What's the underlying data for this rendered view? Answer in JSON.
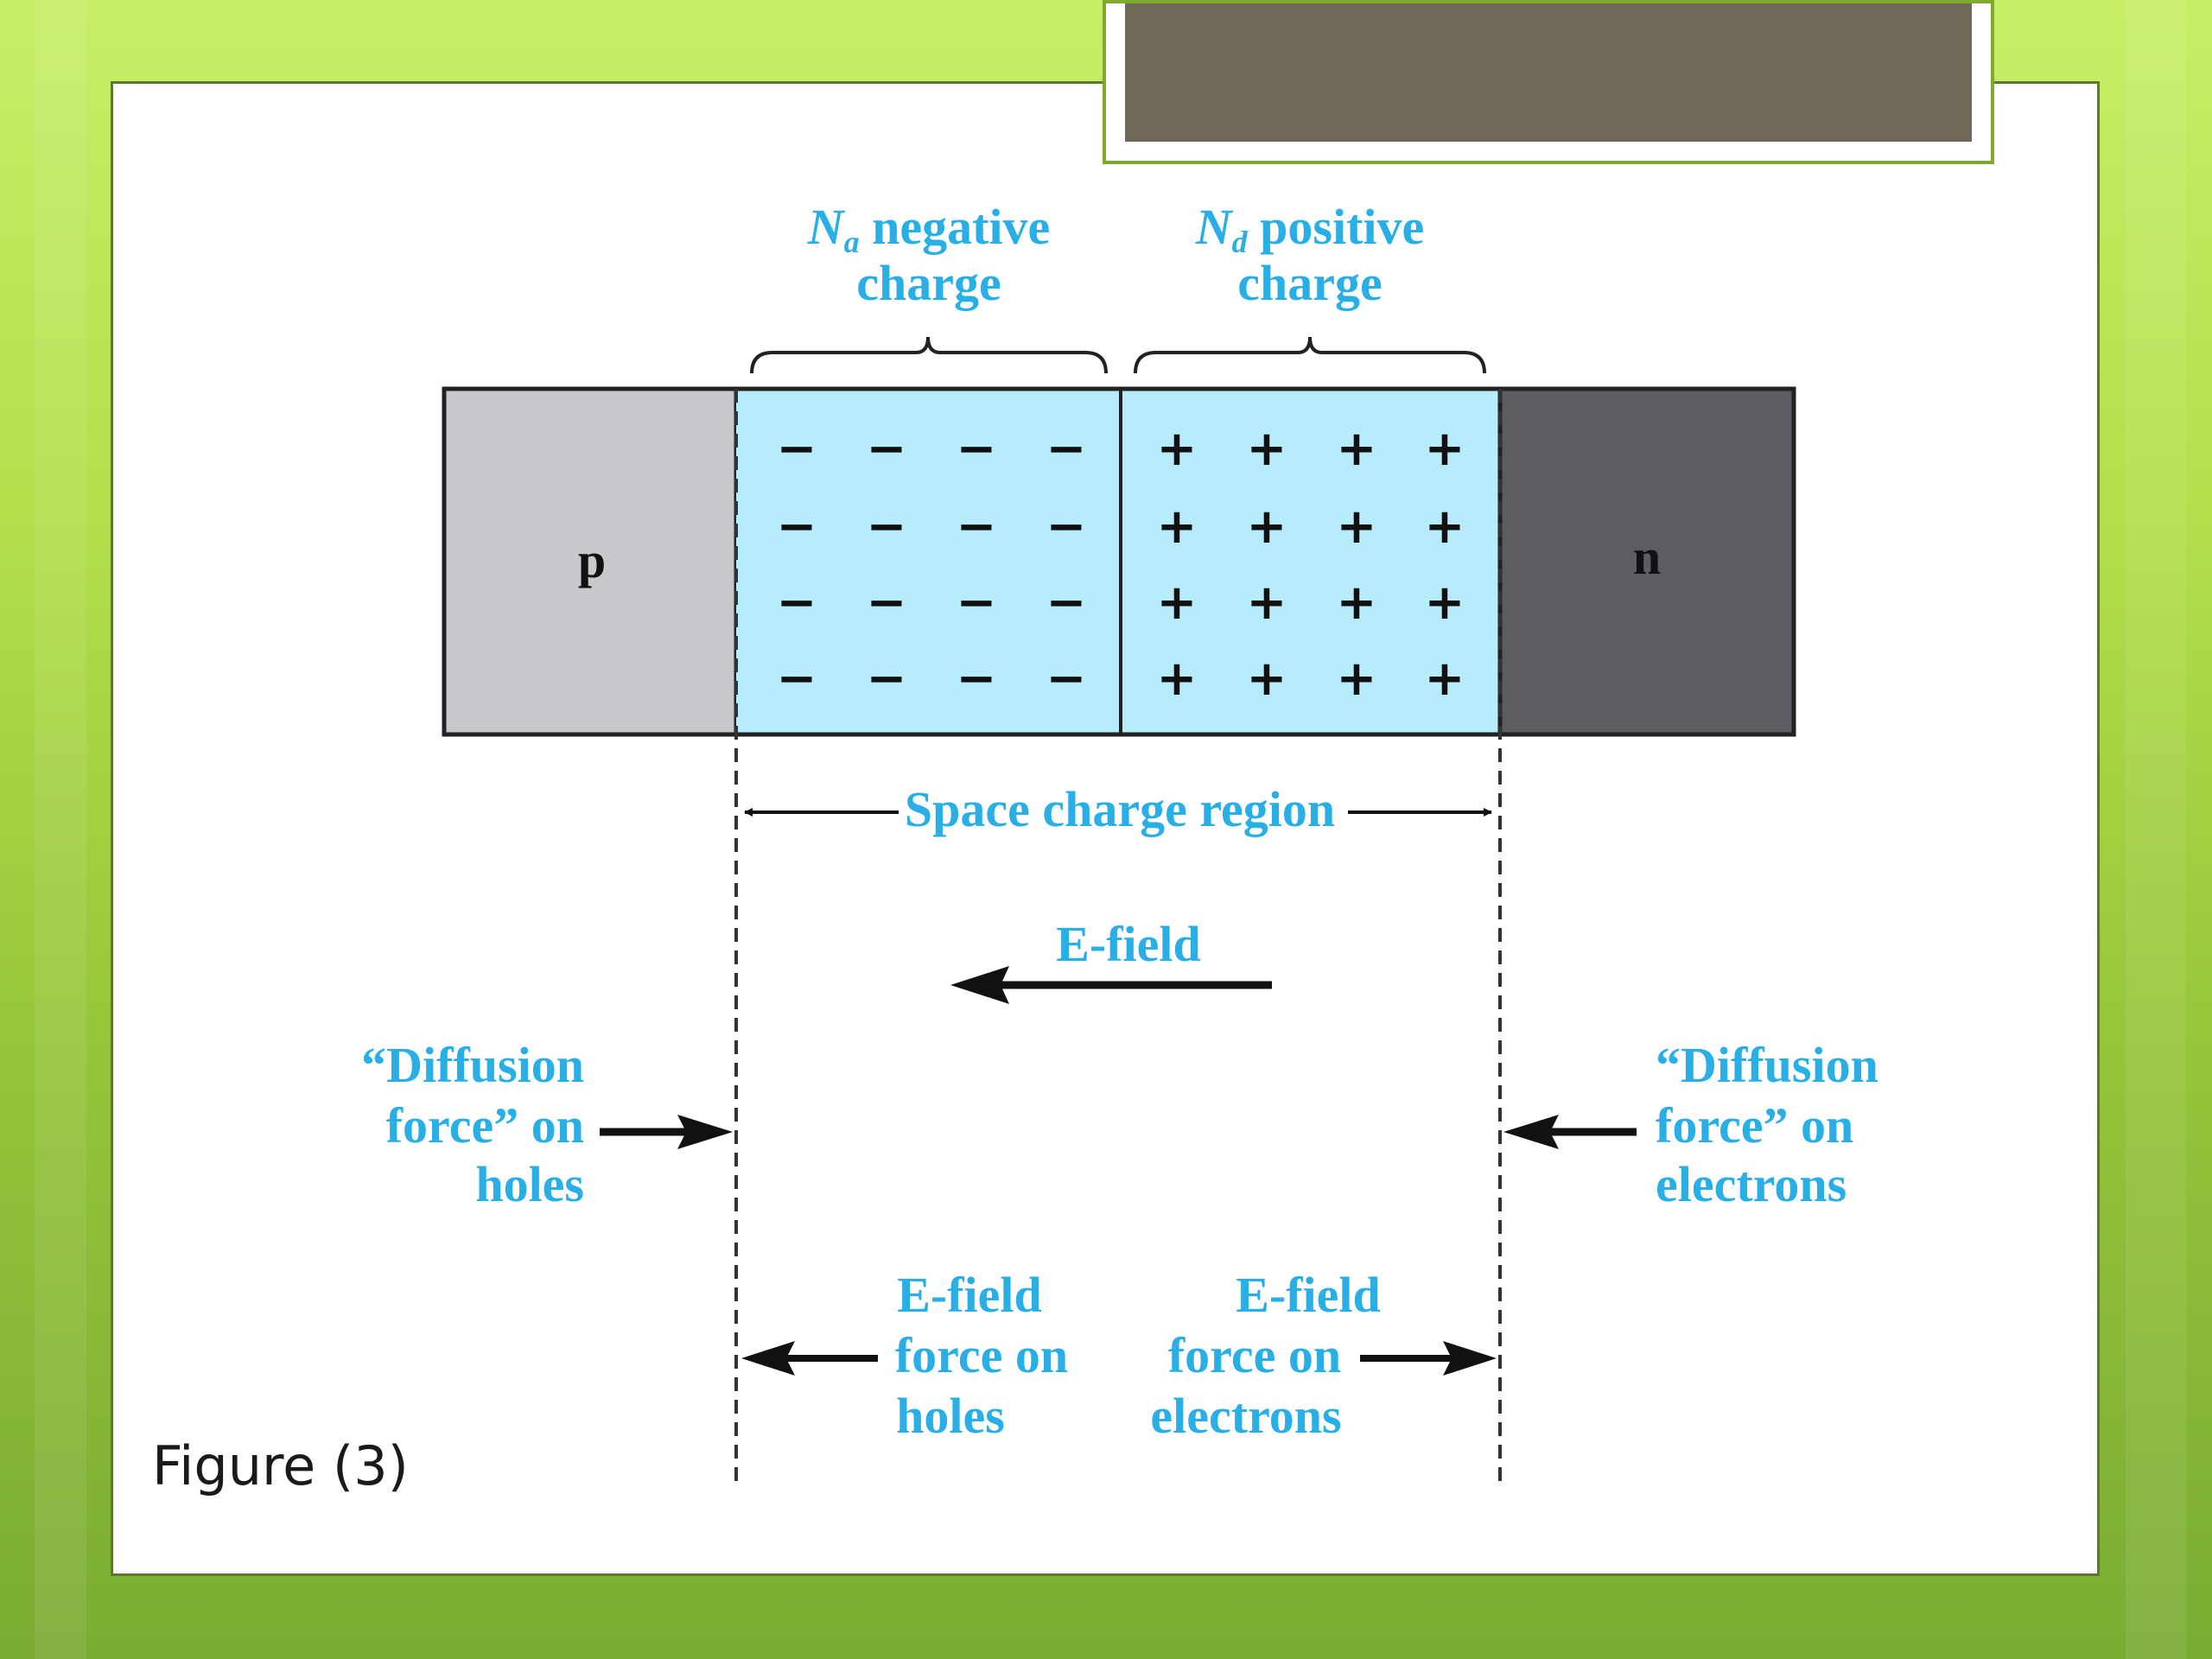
{
  "diagram": {
    "na_label": {
      "symbol": "N",
      "sub": "a",
      "line1": " negative",
      "line2": "charge"
    },
    "nd_label": {
      "symbol": "N",
      "sub": "d",
      "line1": " positive",
      "line2": "charge"
    },
    "p_label": "p",
    "n_label": "n",
    "neg_sign": "−",
    "pos_sign": "+",
    "space_charge_label": "Space charge region",
    "efield_label": "E-field",
    "diffusion_holes": [
      "“Diffusion",
      "force” on",
      "holes"
    ],
    "diffusion_electrons": [
      "“Diffusion",
      "force” on",
      "electrons"
    ],
    "efield_holes": [
      "E-field",
      "force on",
      "holes"
    ],
    "efield_electrons": [
      "E-field",
      "force on",
      "electrons"
    ]
  },
  "caption": "Figure (3)",
  "colors": {
    "label_blue": "#29aee6",
    "depletion_cyan": "#b6ecfb",
    "p_region": "#c8c9cc",
    "n_region": "#5c5c63",
    "title_bar": "#6f6858"
  }
}
